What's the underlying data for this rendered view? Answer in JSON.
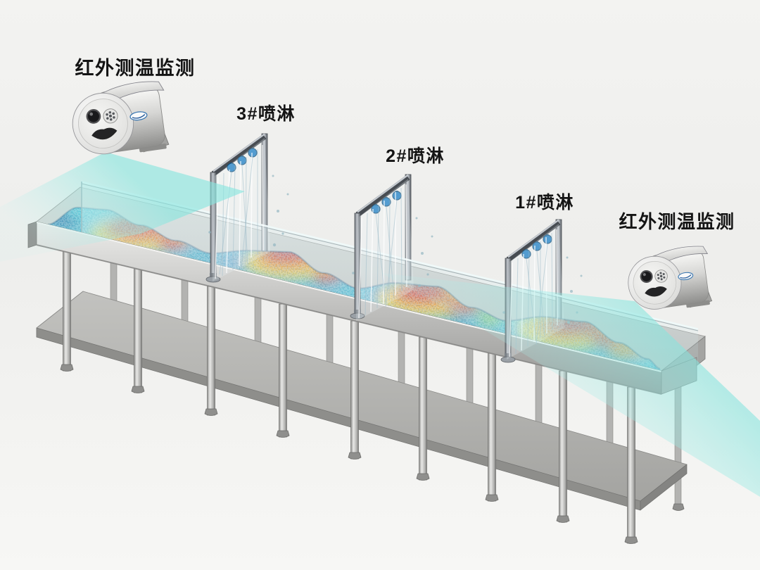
{
  "diagram": {
    "left_camera": {
      "label": "红外测温监测",
      "name": "infrared-thermal-camera"
    },
    "right_camera": {
      "label": "红外测温监测",
      "name": "infrared-thermal-camera"
    },
    "sprays": [
      {
        "label": "3#喷淋"
      },
      {
        "label": "2#喷淋"
      },
      {
        "label": "1#喷淋"
      }
    ]
  },
  "colors": {
    "background": "#F2F2F0",
    "beam_cyan": "#7FE3DC",
    "steel_light": "#E9E9E7",
    "steel_mid": "#B9B9B7",
    "steel_dark": "#8F8F8D",
    "nozzle_blue": "#1F7EC2",
    "thermal_palette": [
      "#2A6FA8",
      "#49C2D8",
      "#86C65A",
      "#F1D13C",
      "#EF8F2C",
      "#D6453A"
    ]
  }
}
